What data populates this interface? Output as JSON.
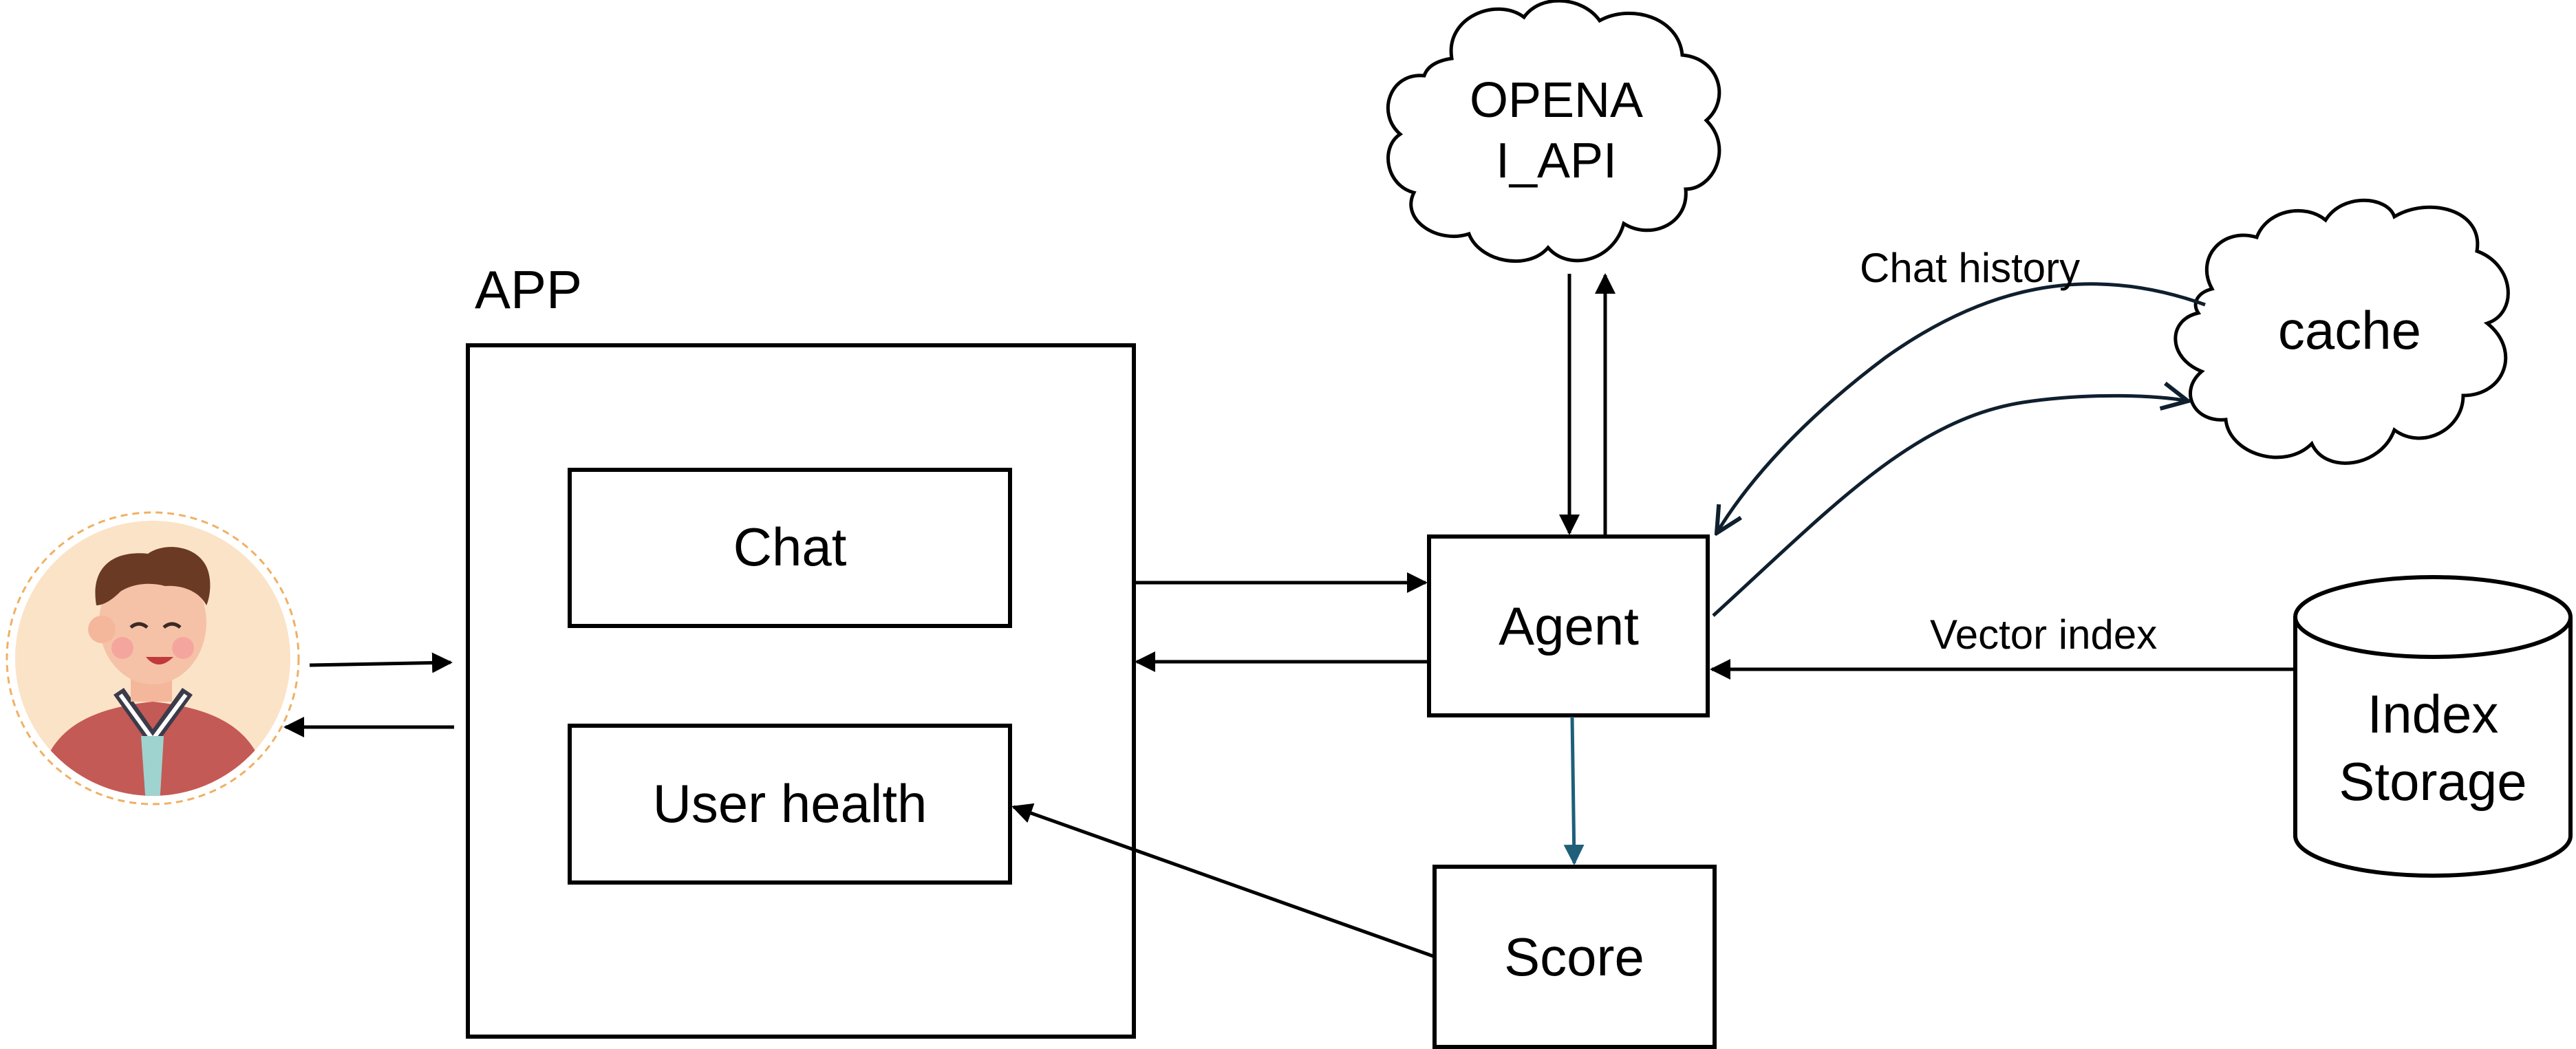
{
  "app": {
    "title": "APP",
    "chat_label": "Chat",
    "health_label": "User health"
  },
  "agent": {
    "label": "Agent"
  },
  "score": {
    "label": "Score"
  },
  "openai": {
    "line1": "OPENA",
    "line2": "I_API"
  },
  "cache": {
    "label": "cache"
  },
  "storage": {
    "line1": "Index",
    "line2": "Storage"
  },
  "edges": {
    "chat_history": "Chat history",
    "vector_index": "Vector index"
  },
  "user": {
    "avatar_icon": "user-avatar-icon"
  },
  "colors": {
    "line": "#000000",
    "score_arrow": "#1f5f7a",
    "cache_curve": "#0f1f2e",
    "avatar_bg": "#fbe3c8",
    "avatar_ring": "#f0b063"
  }
}
